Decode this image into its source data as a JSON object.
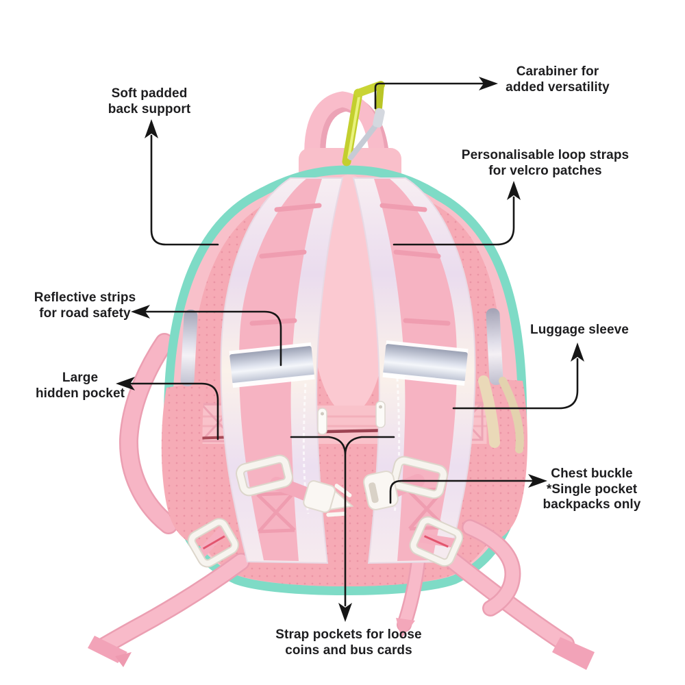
{
  "diagram": {
    "type": "product-feature-annotation",
    "subject": "kids backpack, rear view",
    "labels": [
      {
        "id": "soft-padded-back-support",
        "lines": [
          "Soft padded",
          "back support"
        ]
      },
      {
        "id": "carabiner",
        "lines": [
          "Carabiner for",
          "added versatility"
        ]
      },
      {
        "id": "loop-straps",
        "lines": [
          "Personalisable loop straps",
          "for velcro patches"
        ]
      },
      {
        "id": "reflective-strips",
        "lines": [
          "Reflective strips",
          "for road safety"
        ]
      },
      {
        "id": "luggage-sleeve",
        "lines": [
          "Luggage sleeve"
        ]
      },
      {
        "id": "hidden-pocket",
        "lines": [
          "Large",
          "hidden pocket"
        ]
      },
      {
        "id": "chest-buckle",
        "lines": [
          "Chest buckle",
          "*Single pocket",
          "backpacks only"
        ]
      },
      {
        "id": "strap-pockets",
        "lines": [
          "Strap pockets for loose",
          "coins and bus cards"
        ]
      }
    ],
    "colors": {
      "background": "#ffffff",
      "annotation_ink": "#161616",
      "mint_trim": "#7edbc6",
      "body_pink": "#f8c0ca",
      "padding_pink": "#f6aab5",
      "perforation_dot": "#e2859a",
      "strap_webbing_pink": "#f6b3c2",
      "iridescent_strap": "#f3e8ee",
      "reflective_silver": "#cdd2de",
      "buckle_plastic_white": "#faf7f3",
      "carabiner_green": "#c3cf2e"
    }
  }
}
